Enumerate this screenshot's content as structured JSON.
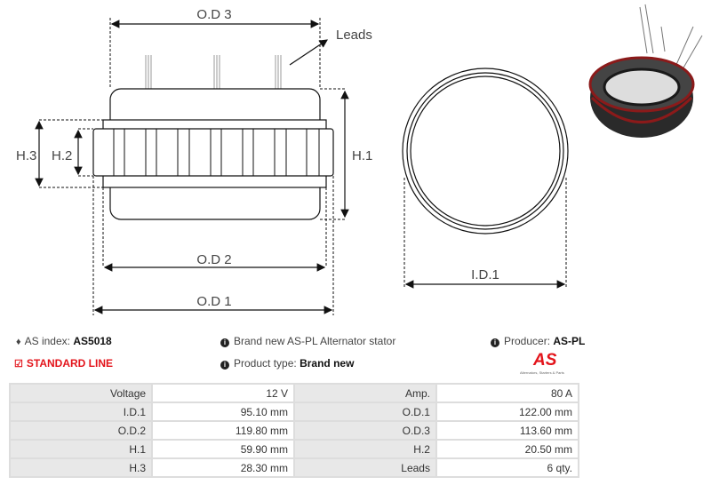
{
  "diagram": {
    "od3": "O.D 3",
    "od2": "O.D 2",
    "od1": "O.D 1",
    "h1": "H.1",
    "h2": "H.2",
    "h3": "H.3",
    "id1": "I.D.1",
    "leads": "Leads"
  },
  "info": {
    "as_index_label": "AS index:",
    "as_index_value": "AS5018",
    "standard_line": "STANDARD LINE",
    "description": "Brand new AS-PL Alternator stator",
    "product_type_label": "Product type:",
    "product_type_value": "Brand new",
    "producer_label": "Producer:",
    "producer_value": "AS-PL",
    "logo_text": "AS",
    "logo_tagline": "Alternators, Starters & Parts"
  },
  "icons": {
    "tags": "tags-icon",
    "check": "checkbox-checked-icon",
    "info": "info-icon"
  },
  "colors": {
    "accent": "#e3141b",
    "header_cell": "#e8e8e8"
  },
  "specs": [
    {
      "k1": "Voltage",
      "v1": "12 V",
      "k2": "Amp.",
      "v2": "80 A"
    },
    {
      "k1": "I.D.1",
      "v1": "95.10 mm",
      "k2": "O.D.1",
      "v2": "122.00 mm"
    },
    {
      "k1": "O.D.2",
      "v1": "119.80 mm",
      "k2": "O.D.3",
      "v2": "113.60 mm"
    },
    {
      "k1": "H.1",
      "v1": "59.90 mm",
      "k2": "H.2",
      "v2": "20.50 mm"
    },
    {
      "k1": "H.3",
      "v1": "28.30 mm",
      "k2": "Leads",
      "v2": "6 qty."
    }
  ]
}
